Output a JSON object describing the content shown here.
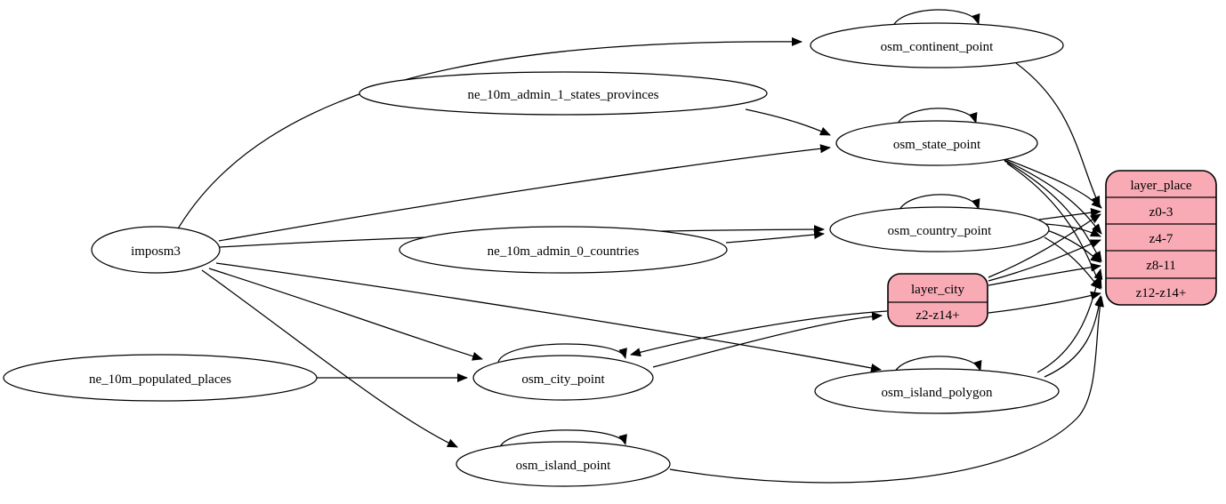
{
  "diagram": {
    "kind": "etl-dependency-graph",
    "colors": {
      "background": "#ffffff",
      "node_fill": "#ffffff",
      "record_fill": "#f8aab5",
      "stroke": "#000000",
      "text": "#000000"
    }
  },
  "nodes": {
    "imposm3": {
      "label": "imposm3"
    },
    "ne_10m_admin_1_states_provinces": {
      "label": "ne_10m_admin_1_states_provinces"
    },
    "ne_10m_admin_0_countries": {
      "label": "ne_10m_admin_0_countries"
    },
    "ne_10m_populated_places": {
      "label": "ne_10m_populated_places"
    },
    "osm_continent_point": {
      "label": "osm_continent_point"
    },
    "osm_state_point": {
      "label": "osm_state_point"
    },
    "osm_country_point": {
      "label": "osm_country_point"
    },
    "osm_city_point": {
      "label": "osm_city_point"
    },
    "osm_island_polygon": {
      "label": "osm_island_polygon"
    },
    "osm_island_point": {
      "label": "osm_island_point"
    }
  },
  "records": {
    "layer_city": {
      "title": "layer_city",
      "rows": [
        "z2-z14+"
      ]
    },
    "layer_place": {
      "title": "layer_place",
      "rows": [
        "z0-3",
        "z4-7",
        "z8-11",
        "z12-z14+"
      ]
    }
  },
  "edges": [
    {
      "from": "imposm3",
      "to": "osm_continent_point"
    },
    {
      "from": "imposm3",
      "to": "osm_state_point"
    },
    {
      "from": "imposm3",
      "to": "osm_country_point"
    },
    {
      "from": "imposm3",
      "to": "osm_city_point"
    },
    {
      "from": "imposm3",
      "to": "osm_island_polygon"
    },
    {
      "from": "imposm3",
      "to": "osm_island_point"
    },
    {
      "from": "ne_10m_admin_1_states_provinces",
      "to": "osm_state_point"
    },
    {
      "from": "ne_10m_admin_0_countries",
      "to": "osm_country_point"
    },
    {
      "from": "ne_10m_populated_places",
      "to": "osm_city_point"
    },
    {
      "from": "osm_continent_point",
      "to": "osm_continent_point"
    },
    {
      "from": "osm_state_point",
      "to": "osm_state_point"
    },
    {
      "from": "osm_country_point",
      "to": "osm_country_point"
    },
    {
      "from": "osm_city_point",
      "to": "osm_city_point"
    },
    {
      "from": "osm_island_polygon",
      "to": "osm_island_polygon"
    },
    {
      "from": "osm_island_point",
      "to": "osm_island_point"
    },
    {
      "from": "osm_city_point",
      "to": "layer_city:z2-z14+"
    },
    {
      "from": "layer_city",
      "to": "osm_city_point"
    },
    {
      "from": "osm_continent_point",
      "to": "layer_place:z0-3"
    },
    {
      "from": "osm_state_point",
      "to": "layer_place:z0-3"
    },
    {
      "from": "osm_state_point",
      "to": "layer_place:z4-7"
    },
    {
      "from": "osm_state_point",
      "to": "layer_place:z8-11"
    },
    {
      "from": "osm_state_point",
      "to": "layer_place:z12-z14+"
    },
    {
      "from": "osm_country_point",
      "to": "layer_place:z0-3"
    },
    {
      "from": "osm_country_point",
      "to": "layer_place:z4-7"
    },
    {
      "from": "osm_country_point",
      "to": "layer_place:z8-11"
    },
    {
      "from": "osm_country_point",
      "to": "layer_place:z12-z14+"
    },
    {
      "from": "layer_city",
      "to": "layer_place:z0-3"
    },
    {
      "from": "layer_city",
      "to": "layer_place:z4-7"
    },
    {
      "from": "layer_city",
      "to": "layer_place:z8-11"
    },
    {
      "from": "layer_city",
      "to": "layer_place:z12-z14+"
    },
    {
      "from": "osm_island_polygon",
      "to": "layer_place:z8-11"
    },
    {
      "from": "osm_island_polygon",
      "to": "layer_place:z12-z14+"
    },
    {
      "from": "osm_island_point",
      "to": "layer_place:z12-z14+"
    }
  ]
}
